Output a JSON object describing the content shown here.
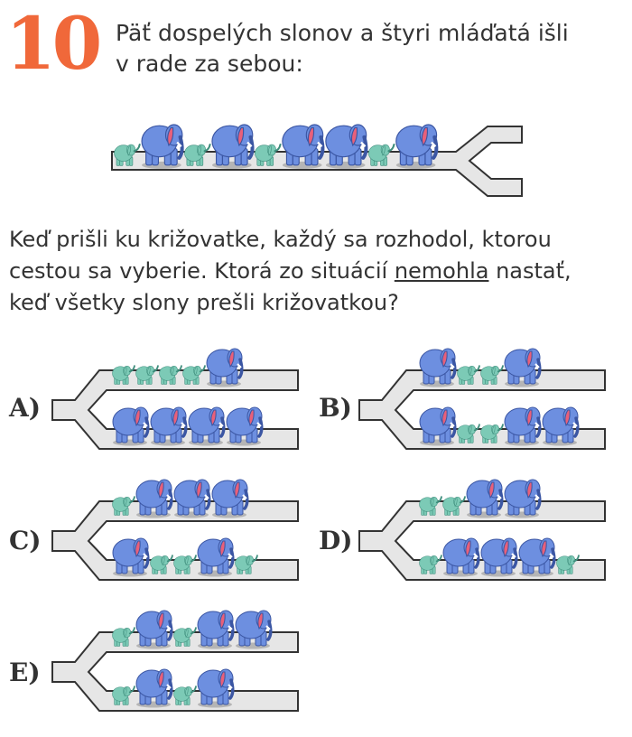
{
  "task_number": "10",
  "intro": {
    "line1": "Päť dospelých slonov a štyri mláďatá išli",
    "line2": "v rade za sebou:"
  },
  "question": {
    "line1": "Keď prišli ku križovatke, každý sa rozhodol, ktorou",
    "line2": "cestou sa vyberie. Ktorá zo situácií ",
    "underlined": "nemohla",
    "line2_end": " nastať,",
    "line3": "keď všetky slony prešli križovatkou?"
  },
  "colors": {
    "number": "#f0683a",
    "adult": "#6d8fe0",
    "baby": "#7ccab6",
    "road": "#e6e6e6",
    "ear": "#e8607a"
  },
  "initial_line": [
    "baby",
    "adult",
    "baby",
    "adult",
    "baby",
    "adult",
    "adult",
    "baby",
    "adult"
  ],
  "options": [
    {
      "label": "A)",
      "upper": [
        "baby",
        "baby",
        "baby",
        "baby",
        "adult"
      ],
      "lower": [
        "adult",
        "adult",
        "adult",
        "adult"
      ]
    },
    {
      "label": "B)",
      "upper": [
        "adult",
        "baby",
        "baby",
        "adult"
      ],
      "lower": [
        "adult",
        "baby",
        "baby",
        "adult",
        "adult"
      ]
    },
    {
      "label": "C)",
      "upper": [
        "baby",
        "adult",
        "adult",
        "adult"
      ],
      "lower": [
        "adult",
        "baby",
        "baby",
        "adult",
        "baby"
      ]
    },
    {
      "label": "D)",
      "upper": [
        "baby",
        "baby",
        "adult",
        "adult"
      ],
      "lower": [
        "baby",
        "adult",
        "adult",
        "adult",
        "baby"
      ]
    },
    {
      "label": "E)",
      "upper": [
        "baby",
        "adult",
        "baby",
        "adult",
        "adult"
      ],
      "lower": [
        "baby",
        "adult",
        "baby",
        "adult"
      ]
    }
  ]
}
